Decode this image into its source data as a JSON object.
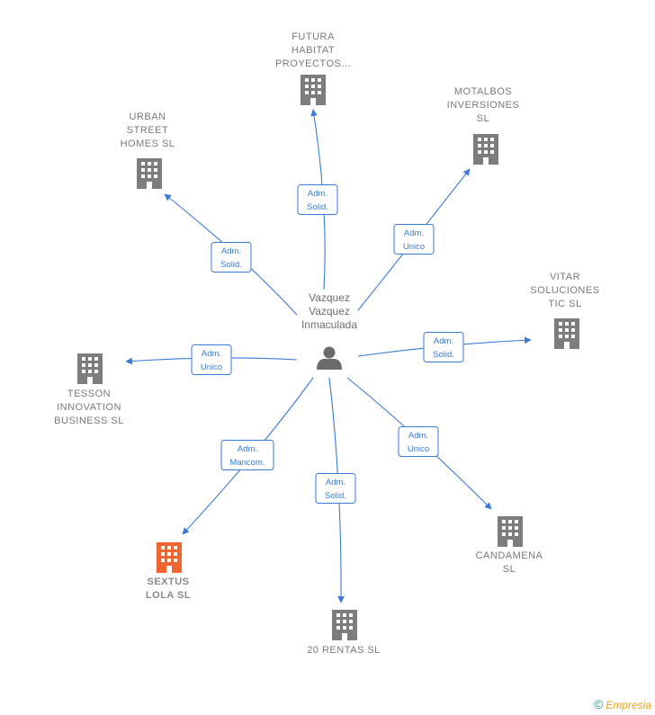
{
  "center": {
    "name_lines": [
      "Vazquez",
      "Vazquez",
      "Inmaculada"
    ],
    "icon": "person-icon"
  },
  "companies": [
    {
      "id": "futura",
      "lines": [
        "FUTURA",
        "HABITAT",
        "PROYECTOS..."
      ],
      "icon": "building-icon",
      "highlight": false
    },
    {
      "id": "motalbos",
      "lines": [
        "MOTALBOS",
        "INVERSIONES",
        "SL"
      ],
      "icon": "building-icon",
      "highlight": false
    },
    {
      "id": "urban",
      "lines": [
        "URBAN",
        "STREET",
        "HOMES SL"
      ],
      "icon": "building-icon",
      "highlight": false
    },
    {
      "id": "vitar",
      "lines": [
        "VITAR",
        "SOLUCIONES",
        "TIC SL"
      ],
      "icon": "building-icon",
      "highlight": false
    },
    {
      "id": "tesson",
      "lines": [
        "TESSON",
        "INNOVATION",
        "BUSINESS SL"
      ],
      "icon": "building-icon",
      "highlight": false
    },
    {
      "id": "candamena",
      "lines": [
        "CANDAMENA",
        "SL"
      ],
      "icon": "building-icon",
      "highlight": false
    },
    {
      "id": "sextus",
      "lines": [
        "SEXTUS",
        "LOLA SL"
      ],
      "icon": "building-icon",
      "highlight": true
    },
    {
      "id": "rentas",
      "lines": [
        "20 RENTAS SL"
      ],
      "icon": "building-icon",
      "highlight": false
    }
  ],
  "relations": [
    {
      "target": "futura",
      "lines": [
        "Adm.",
        "Solid."
      ]
    },
    {
      "target": "motalbos",
      "lines": [
        "Adm.",
        "Unico"
      ]
    },
    {
      "target": "urban",
      "lines": [
        "Adm.",
        "Solid."
      ]
    },
    {
      "target": "vitar",
      "lines": [
        "Adm.",
        "Solid."
      ]
    },
    {
      "target": "tesson",
      "lines": [
        "Adm.",
        "Unico"
      ]
    },
    {
      "target": "candamena",
      "lines": [
        "Adm.",
        "Unico"
      ]
    },
    {
      "target": "sextus",
      "lines": [
        "Adm.",
        "Mancom."
      ]
    },
    {
      "target": "rentas",
      "lines": [
        "Adm.",
        "Solid."
      ]
    }
  ],
  "colors": {
    "edge": "#3a7bd5",
    "building": "#7d7d7d",
    "building_highlight": "#f26430",
    "person": "#6b6b6b"
  },
  "footer": {
    "copyright_symbol": "©",
    "brand": "Empresia"
  }
}
